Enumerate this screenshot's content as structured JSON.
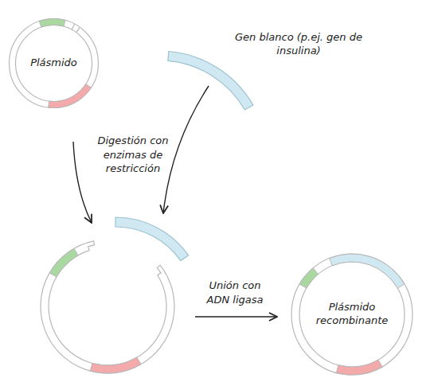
{
  "diagram": {
    "nodes": [
      {
        "text": [
          "Plásmido"
        ]
      },
      {
        "text": [
          "Gen blanco (p.ej. gen de insulina)"
        ]
      },
      {
        "text": [
          "Plásmido recombinante"
        ]
      }
    ],
    "labels": [
      "Digestión con enzimas de restricción",
      "Unión con ADN ligasa"
    ]
  }
}
